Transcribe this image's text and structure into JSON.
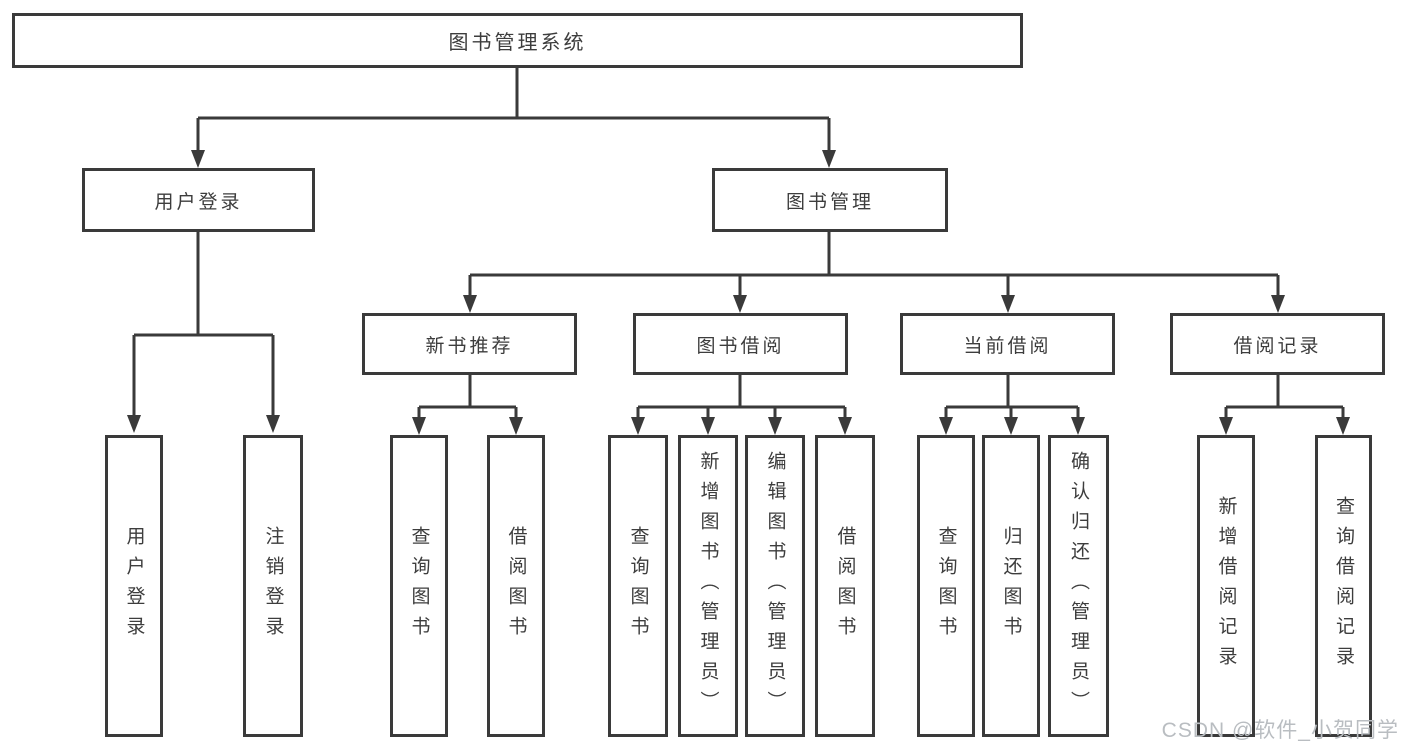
{
  "diagram_title": "图书管理系统",
  "tree": {
    "root": {
      "label": "图书管理系统"
    },
    "level2": [
      {
        "label": "用户登录",
        "parent": "图书管理系统"
      },
      {
        "label": "图书管理",
        "parent": "图书管理系统"
      }
    ],
    "level3": [
      {
        "label": "新书推荐",
        "parent": "图书管理"
      },
      {
        "label": "图书借阅",
        "parent": "图书管理"
      },
      {
        "label": "当前借阅",
        "parent": "图书管理"
      },
      {
        "label": "借阅记录",
        "parent": "图书管理"
      }
    ],
    "leaves": [
      {
        "label": "用户登录",
        "parent": "用户登录"
      },
      {
        "label": "注销登录",
        "parent": "用户登录"
      },
      {
        "label": "查询图书",
        "parent": "新书推荐"
      },
      {
        "label": "借阅图书",
        "parent": "新书推荐"
      },
      {
        "label": "查询图书",
        "parent": "图书借阅"
      },
      {
        "label": "新增图书（管理员）",
        "parent": "图书借阅"
      },
      {
        "label": "编辑图书（管理员）",
        "parent": "图书借阅"
      },
      {
        "label": "借阅图书",
        "parent": "图书借阅"
      },
      {
        "label": "查询图书",
        "parent": "当前借阅"
      },
      {
        "label": "归还图书",
        "parent": "当前借阅"
      },
      {
        "label": "确认归还（管理员）",
        "parent": "当前借阅"
      },
      {
        "label": "新增借阅记录",
        "parent": "借阅记录"
      },
      {
        "label": "查询借阅记录",
        "parent": "借阅记录"
      }
    ]
  },
  "watermark": "CSDN @软件_小贺同学",
  "colors": {
    "line": "#3a3a3a",
    "text": "#3d3d3d",
    "watermark": "#b9bdc1",
    "background": "#ffffff"
  }
}
